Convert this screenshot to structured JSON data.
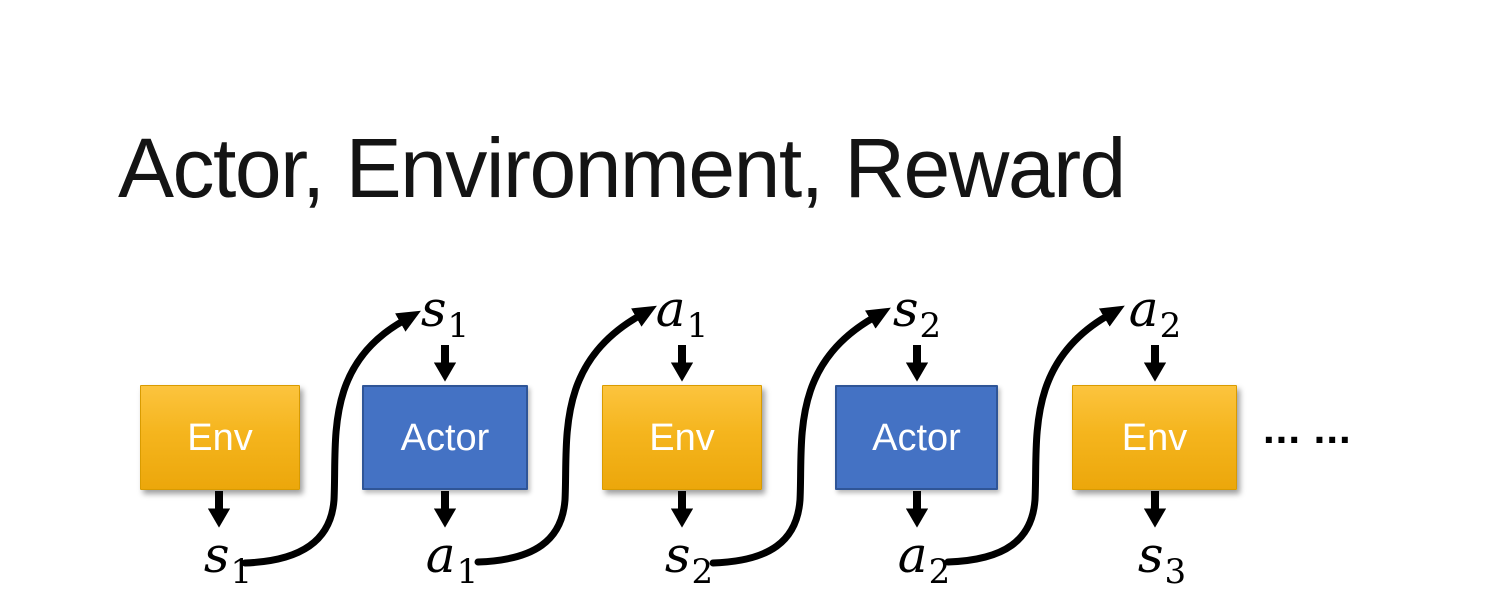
{
  "title": "Actor, Environment, Reward",
  "diagram": {
    "units": [
      {
        "box": "Env",
        "kind": "env",
        "top": null,
        "bottom": {
          "base": "s",
          "sub": "1"
        }
      },
      {
        "box": "Actor",
        "kind": "actor",
        "top": {
          "base": "s",
          "sub": "1"
        },
        "bottom": {
          "base": "a",
          "sub": "1"
        }
      },
      {
        "box": "Env",
        "kind": "env",
        "top": {
          "base": "a",
          "sub": "1"
        },
        "bottom": {
          "base": "s",
          "sub": "2"
        }
      },
      {
        "box": "Actor",
        "kind": "actor",
        "top": {
          "base": "s",
          "sub": "2"
        },
        "bottom": {
          "base": "a",
          "sub": "2"
        }
      },
      {
        "box": "Env",
        "kind": "env",
        "top": {
          "base": "a",
          "sub": "2"
        },
        "bottom": {
          "base": "s",
          "sub": "3"
        }
      }
    ],
    "ellipsis": "... ..."
  },
  "colors": {
    "title": "#141414",
    "env_top": "#FCC43E",
    "env_bottom": "#ECA70B",
    "env_border": "#D99B00",
    "actor_fill": "#4472C4",
    "actor_border": "#2F5597",
    "text_on_box": "#FFFFFF",
    "arrow": "#000000"
  }
}
